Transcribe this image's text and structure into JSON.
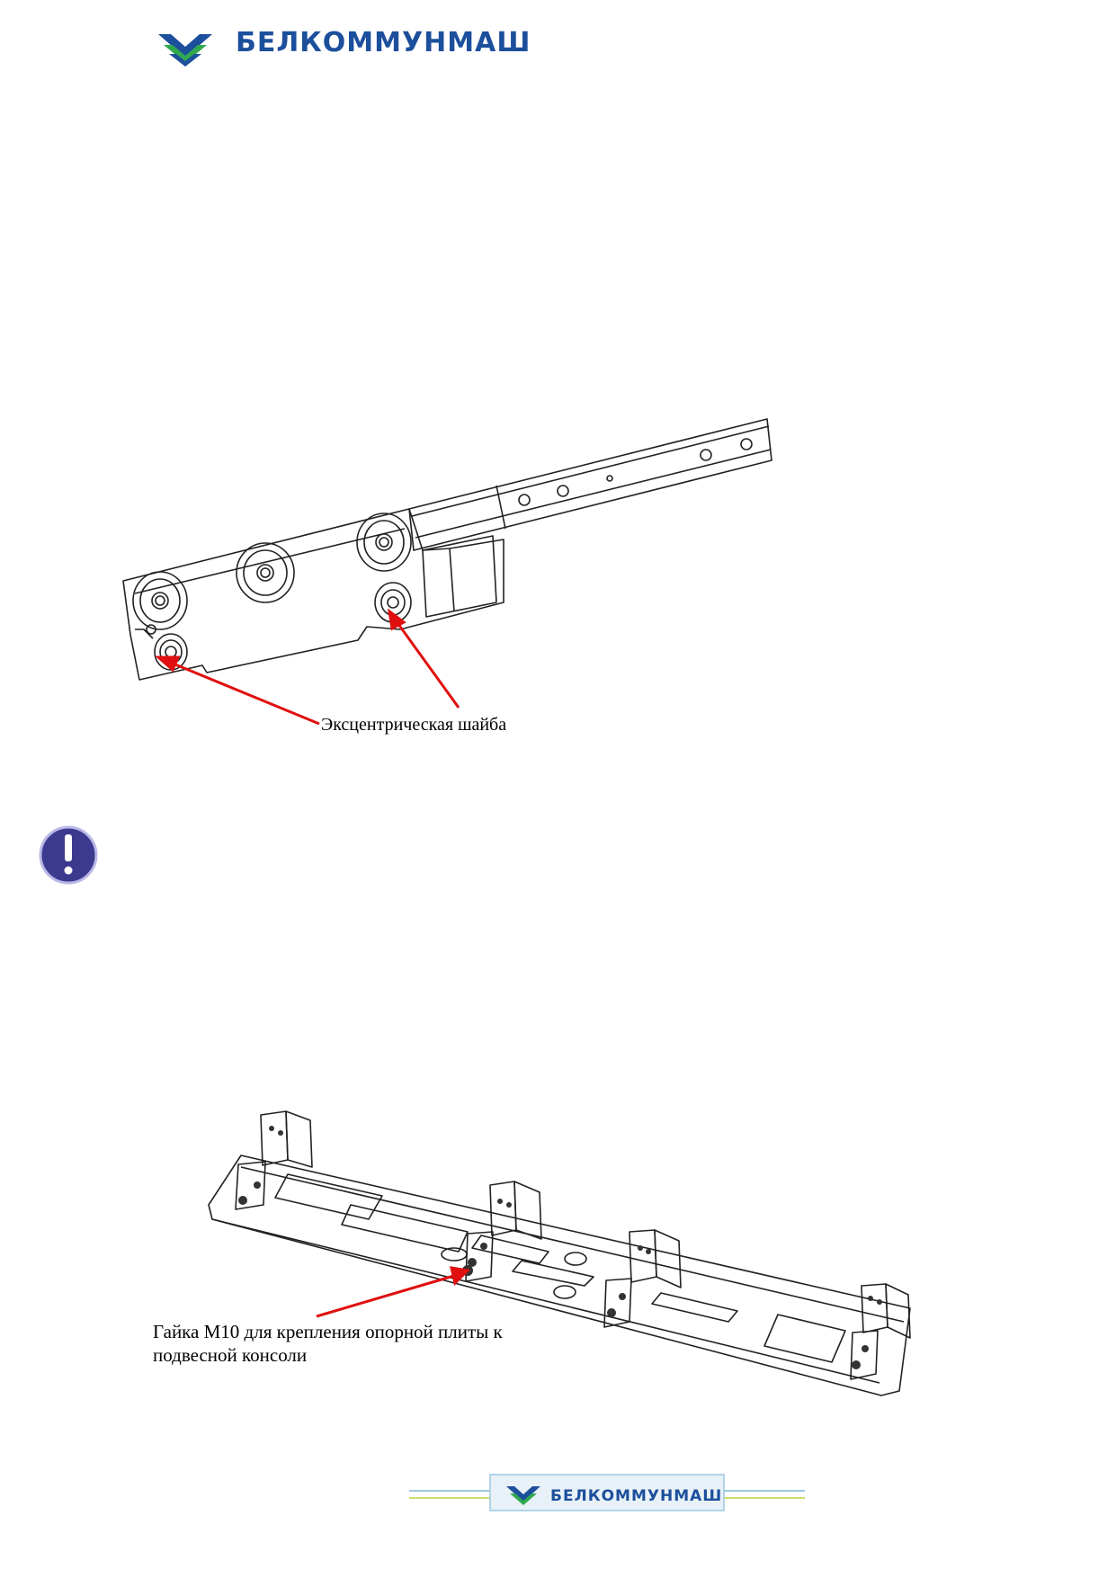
{
  "header": {
    "brand_name": "БЕЛКОММУНМАШ",
    "logo_icon": "belkommunmash-chevron-logo",
    "brand_color": "#1c4f9c",
    "logo_accent_color": "#2fa84f"
  },
  "figures": [
    {
      "caption": "Эксцентрическая шайба",
      "drawing": "roller-guide-bracket-drawing",
      "arrow_color": "#e01010"
    },
    {
      "caption": "Гайка М10 для крепления опорной плиты к подвесной консоли",
      "drawing": "support-plate-frame-drawing",
      "arrow_color": "#e01010"
    }
  ],
  "notice": {
    "icon": "exclamation-warning-icon",
    "color": "#3b3a8f"
  },
  "footer": {
    "brand_name": "БЕЛКОММУНМАШ",
    "logo_icon": "belkommunmash-chevron-logo",
    "line_color": "#9ec7e0"
  }
}
